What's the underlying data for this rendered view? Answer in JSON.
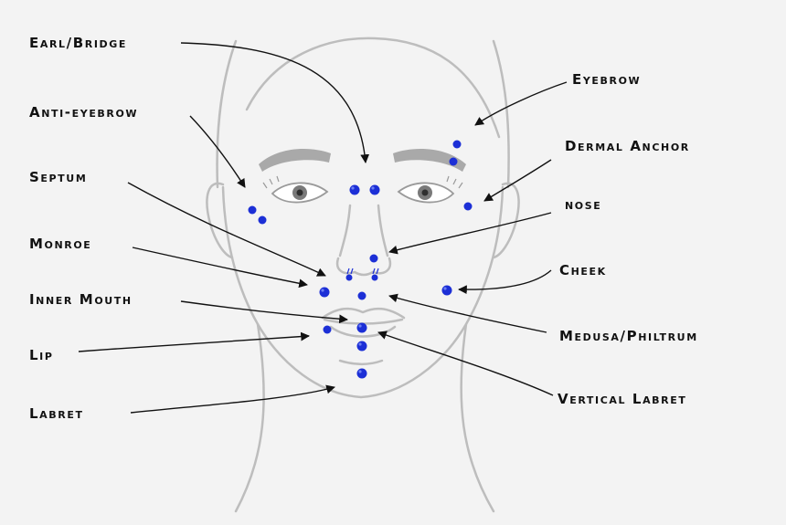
{
  "colors": {
    "background": "#f3f3f3",
    "outline": "#bdbdbd",
    "brow": "#a9a9a9",
    "stud": "#1c2fd6",
    "stud_highlight": "#8fa0ff",
    "arrow": "#111111",
    "text": "#111111"
  },
  "labels": {
    "earl_bridge": "Earl/Bridge",
    "anti_eyebrow": "Anti-eyebrow",
    "septum": "Septum",
    "monroe": "Monroe",
    "inner_mouth": "Inner Mouth",
    "lip": "Lip",
    "labret": "Labret",
    "eyebrow": "Eyebrow",
    "dermal_anchor": "Dermal Anchor",
    "nose": "nose",
    "cheek": "Cheek",
    "medusa_philtrum": "Medusa/Philtrum",
    "vertical_labret": "Vertical Labret"
  }
}
